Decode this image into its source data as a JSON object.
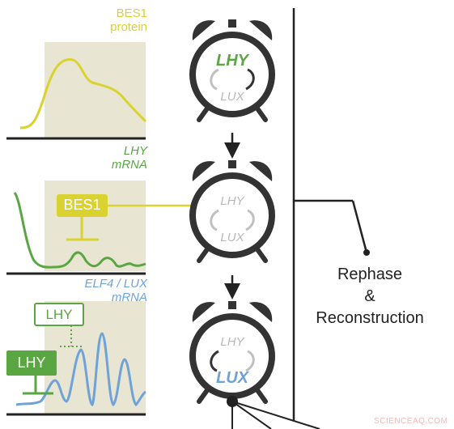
{
  "panels": {
    "bes1_protein": {
      "title_line1": "BES1",
      "title_line2": "protein"
    },
    "lhy_mrna": {
      "title_line1": "LHY",
      "title_line2": "mRNA",
      "repressor_box": "BES1"
    },
    "elf4_lux_mrna": {
      "title_line1": "ELF4 / LUX",
      "title_line2": "mRNA",
      "box_outline": "LHY",
      "box_filled": "LHY"
    }
  },
  "clocks": [
    {
      "top_label": "LHY",
      "bottom_label": "LUX",
      "state": "LHY active"
    },
    {
      "top_label": "LHY",
      "bottom_label": "LUX",
      "state": "LHY repressed"
    },
    {
      "top_label": "LHY",
      "bottom_label": "LUX",
      "state": "LUX active"
    }
  ],
  "side_note": {
    "line1": "Rephase",
    "line2": "&",
    "line3": "Reconstruction"
  },
  "watermark": "SCIENCEAQ.COM",
  "colors": {
    "bes1": "#d9d230",
    "lhy": "#5aa642",
    "lux": "#6fa2d8",
    "panel_bg": "#e8e6d2",
    "clock": "#333333",
    "inactive_text": "#b8b8b8"
  }
}
